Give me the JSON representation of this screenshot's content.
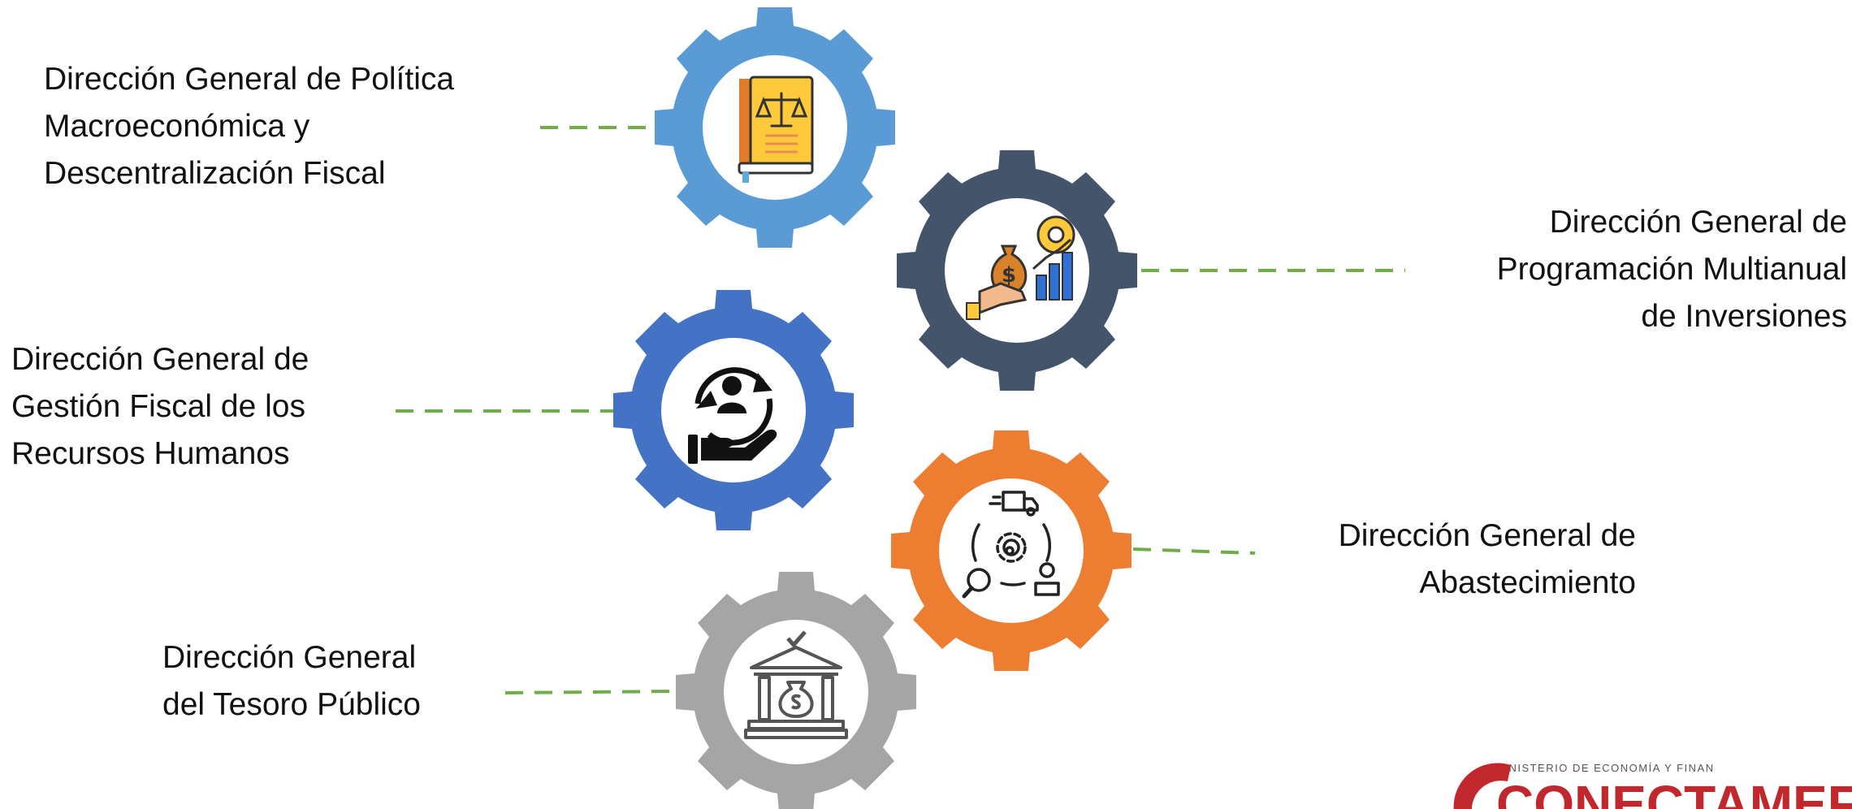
{
  "diagram": {
    "nodes": [
      {
        "id": "politica",
        "color": "#5b9bd5",
        "icon": "law-book-icon",
        "label": [
          "Dirección General de Política",
          "Macroeconómica y",
          "Descentralización Fiscal"
        ]
      },
      {
        "id": "programacion",
        "color": "#44546a",
        "icon": "investment-growth-icon",
        "label": [
          "Dirección General de",
          "Programación Multianual",
          "de Inversiones"
        ]
      },
      {
        "id": "rrhh",
        "color": "#4472c4",
        "icon": "human-resources-icon",
        "label": [
          "Dirección General de",
          "Gestión Fiscal de los",
          "Recursos Humanos"
        ]
      },
      {
        "id": "abastecimiento",
        "color": "#ed7d31",
        "icon": "supply-chain-icon",
        "label": [
          "Dirección General de",
          "Abastecimiento"
        ]
      },
      {
        "id": "tesoro",
        "color": "#a5a5a5",
        "icon": "treasury-bank-icon",
        "label": [
          "Dirección General",
          "del Tesoro Público"
        ]
      }
    ],
    "connector_color": "#70ad47"
  },
  "logo": {
    "ministry_text": "MINISTERIO DE ECONOMÍA Y FINAN",
    "brand_text": "CONECTAMEF",
    "brand_color": "#c0282d"
  }
}
